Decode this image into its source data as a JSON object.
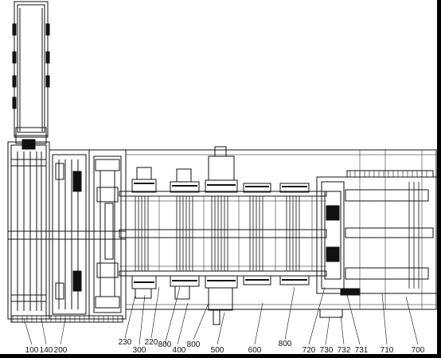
{
  "colors": {
    "background": "#ffffff",
    "frame": "#000000",
    "line": "#111111",
    "hatch": "#555555"
  },
  "callouts": [
    {
      "id": "100",
      "text": "100"
    },
    {
      "id": "140",
      "text": "140"
    },
    {
      "id": "200",
      "text": "200"
    },
    {
      "id": "230",
      "text": "230"
    },
    {
      "id": "300",
      "text": "300"
    },
    {
      "id": "220",
      "text": "220"
    },
    {
      "id": "800a",
      "text": "800"
    },
    {
      "id": "400",
      "text": "400"
    },
    {
      "id": "800b",
      "text": "800"
    },
    {
      "id": "500",
      "text": "500"
    },
    {
      "id": "600",
      "text": "600"
    },
    {
      "id": "800c",
      "text": "800"
    },
    {
      "id": "720",
      "text": "720"
    },
    {
      "id": "730",
      "text": "730"
    },
    {
      "id": "732",
      "text": "732"
    },
    {
      "id": "731",
      "text": "731"
    },
    {
      "id": "710",
      "text": "710"
    },
    {
      "id": "700",
      "text": "700"
    }
  ]
}
